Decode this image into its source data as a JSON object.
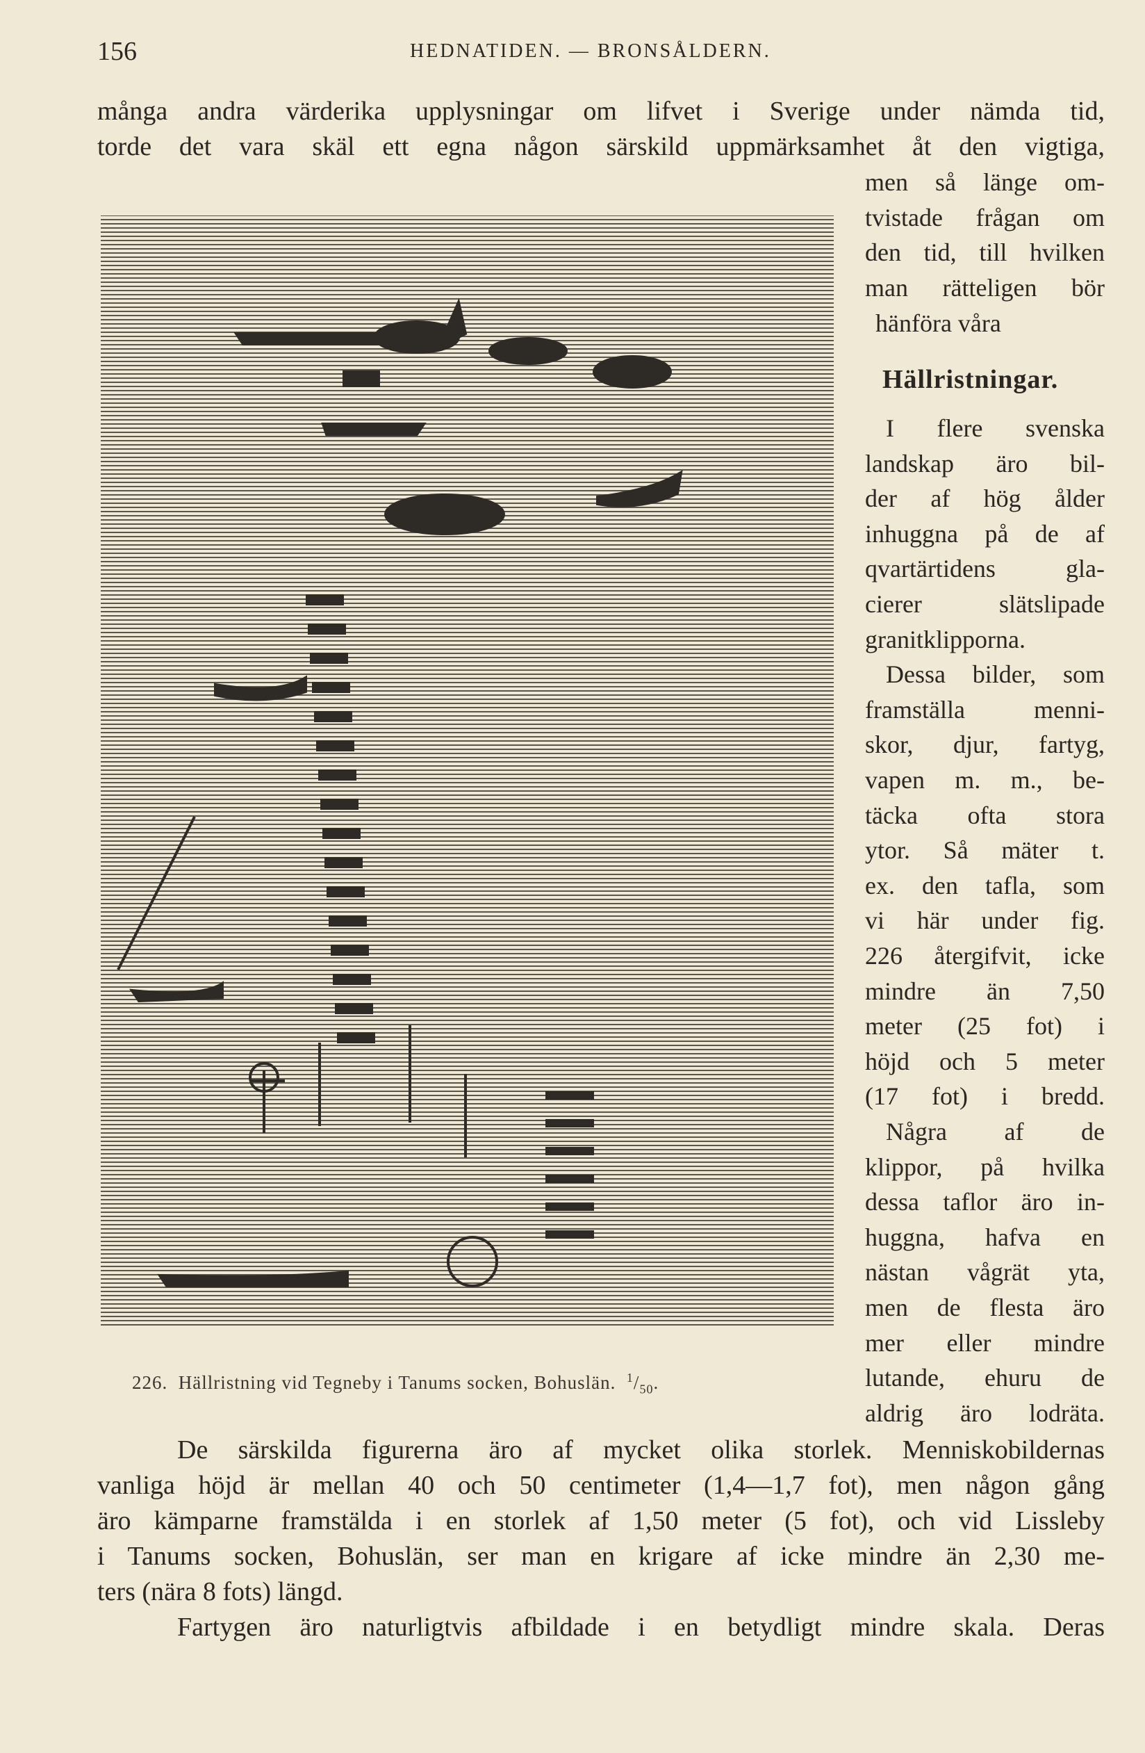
{
  "header": {
    "page_number": "156",
    "running_title": "HEDNATIDEN. — BRONSÅLDERN."
  },
  "intro_lines": [
    "många andra värderika upplysningar om lifvet i Sverige under nämda tid,",
    "torde det vara skäl ett egna någon särskild uppmärksamhet åt den vigtiga,"
  ],
  "right_column_top": [
    "men så länge om-",
    "tvistade frågan om",
    "den tid, till hvilken",
    "man rätteligen bör",
    "hänföra våra"
  ],
  "section_heading": "Hällristningar.",
  "right_column": [
    "I flere svenska",
    "landskap äro bil-",
    "der af hög ålder",
    "inhuggna på de af",
    "qvartärtidens gla-",
    "cierer slätslipade",
    "granitklipporna.",
    "Dessa bilder, som",
    "framställa menni-",
    "skor, djur, fartyg,",
    "vapen m. m., be-",
    "täcka ofta stora",
    "ytor. Så mäter t.",
    "ex. den tafla, som",
    "vi här under fig.",
    "226 återgifvit, icke",
    "mindre än 7,50",
    "meter (25 fot) i",
    "höjd och 5 meter",
    "(17 fot) i bredd.",
    "Några af de",
    "klippor, på hvilka",
    "dessa taflor äro in-",
    "huggna, hafva en",
    "nästan vågrät yta,",
    "men de flesta äro",
    "mer eller mindre",
    "lutande, ehuru de",
    "aldrig äro lodräta."
  ],
  "figure": {
    "number": "226.",
    "caption": "Hällristning vid Tegneby i Tanums socken, Bohuslän.",
    "scale_num": "1",
    "scale_den": "50"
  },
  "body_lines": [
    "De särskilda figurerna äro af mycket olika storlek. Menniskobildernas",
    "vanliga höjd är mellan 40 och 50 centimeter (1,4—1,7 fot), men någon gång",
    "äro kämparne framstälda i en storlek af 1,50 meter (5 fot), och vid Lissleby",
    "i Tanums socken, Bohuslän, ser man en krigare af icke mindre än 2,30 me-",
    "ters (nära 8 fots) längd.",
    "Fartygen äro naturligtvis afbildade i en betydligt mindre skala. Deras"
  ]
}
